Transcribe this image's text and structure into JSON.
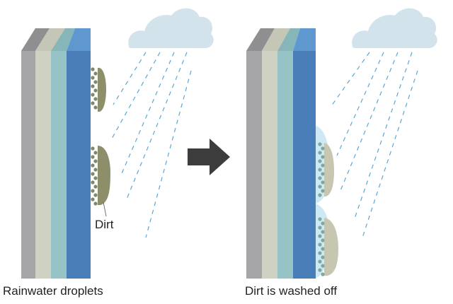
{
  "captions": {
    "before": "Rainwater droplets",
    "after": "Dirt is washed off"
  },
  "annotations": {
    "dirt": "Dirt"
  },
  "colors": {
    "layer_gray": "#a6a6a8",
    "layer_beige": "#cfd2c2",
    "layer_teal": "#97c3c6",
    "layer_blue": "#4a7eb8",
    "top_blue": "#5f98cf",
    "cloud": "#d3e3ec",
    "rain": "#5aa7d8",
    "dirt": "#8d8f6a",
    "dirt_washed": "#c7c6b0",
    "water_film": "#cde9f6",
    "droplet": "#7fa08c",
    "arrow": "#3c3c3c"
  },
  "icons": [
    "cloud-icon",
    "rain-icon",
    "arrow-right-icon"
  ]
}
